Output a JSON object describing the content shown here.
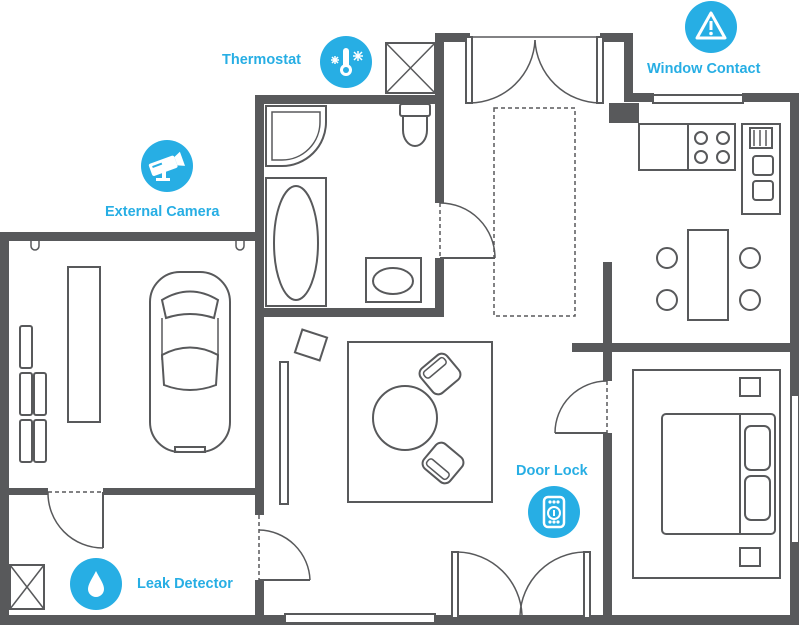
{
  "labels": {
    "thermostat": "Thermostat",
    "window_contact": "Window Contact",
    "external_camera": "External Camera",
    "door_lock": "Door Lock",
    "leak_detector": "Leak Detector"
  },
  "icons": {
    "thermostat": "thermostat-icon",
    "window_contact": "warning-triangle-icon",
    "external_camera": "security-camera-icon",
    "door_lock": "keypad-lock-icon",
    "leak_detector": "water-drop-icon"
  },
  "colors": {
    "accent": "#27aee4",
    "walls": "#58595b",
    "background": "#ffffff"
  }
}
